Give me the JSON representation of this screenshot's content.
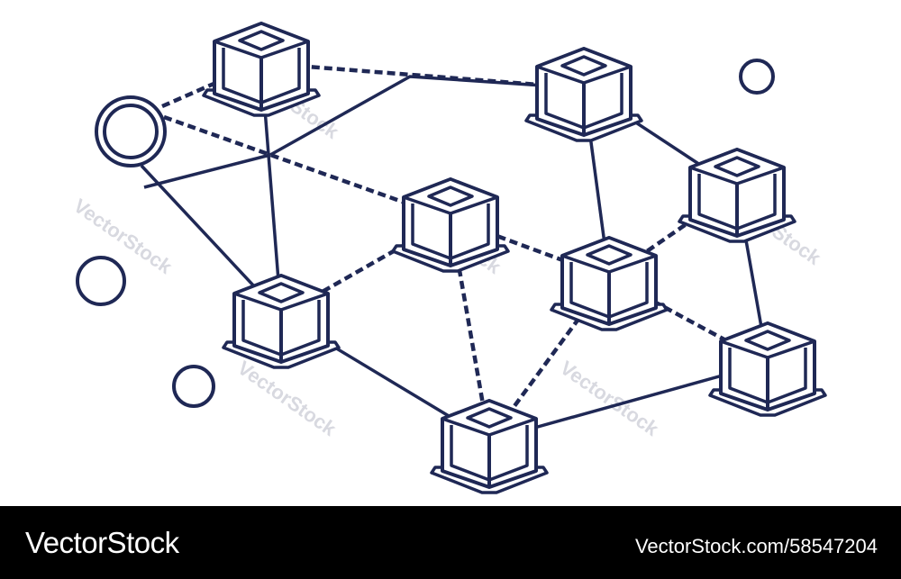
{
  "colors": {
    "stroke": "#1f2855",
    "footer_bg": "#000000",
    "footer_text": "#ffffff",
    "watermark": "#d8d9e0"
  },
  "watermark_text": "VectorStock",
  "footer": {
    "brand": "VectorStock",
    "url": "VectorStock.com/58547204"
  },
  "diagram": {
    "nodes": [
      {
        "id": "b1",
        "kind": "block"
      },
      {
        "id": "b2",
        "kind": "block"
      },
      {
        "id": "b3",
        "kind": "block"
      },
      {
        "id": "b4",
        "kind": "block"
      },
      {
        "id": "b5",
        "kind": "block"
      },
      {
        "id": "b6",
        "kind": "block"
      },
      {
        "id": "b7",
        "kind": "block"
      },
      {
        "id": "b8",
        "kind": "block"
      },
      {
        "id": "c1",
        "kind": "double-circle"
      },
      {
        "id": "c2",
        "kind": "circle"
      },
      {
        "id": "c3",
        "kind": "circle"
      },
      {
        "id": "c4",
        "kind": "circle"
      }
    ],
    "edges": [
      {
        "from": "c1",
        "to": "b1",
        "style": "dashed"
      },
      {
        "from": "c1",
        "to": "b3",
        "style": "dashed"
      },
      {
        "from": "c1",
        "to": "b4",
        "style": "solid"
      },
      {
        "from": "b1",
        "to": "b4",
        "style": "solid"
      },
      {
        "from": "b1",
        "to": "b2",
        "style": "dashed"
      },
      {
        "from": "b3",
        "to": "b2",
        "style": "solid"
      },
      {
        "from": "b3",
        "to": "b4",
        "style": "dashed"
      },
      {
        "from": "b3",
        "to": "b5",
        "style": "dashed"
      },
      {
        "from": "b3",
        "to": "b6",
        "style": "dashed"
      },
      {
        "from": "b2",
        "to": "b5",
        "style": "solid"
      },
      {
        "from": "b2",
        "to": "b7",
        "style": "solid"
      },
      {
        "from": "b7",
        "to": "b5",
        "style": "dashed"
      },
      {
        "from": "b7",
        "to": "b8",
        "style": "solid"
      },
      {
        "from": "b5",
        "to": "b8",
        "style": "dashed"
      },
      {
        "from": "b5",
        "to": "b6",
        "style": "dashed"
      },
      {
        "from": "b4",
        "to": "b6",
        "style": "solid"
      },
      {
        "from": "b6",
        "to": "b8",
        "style": "solid"
      }
    ]
  }
}
